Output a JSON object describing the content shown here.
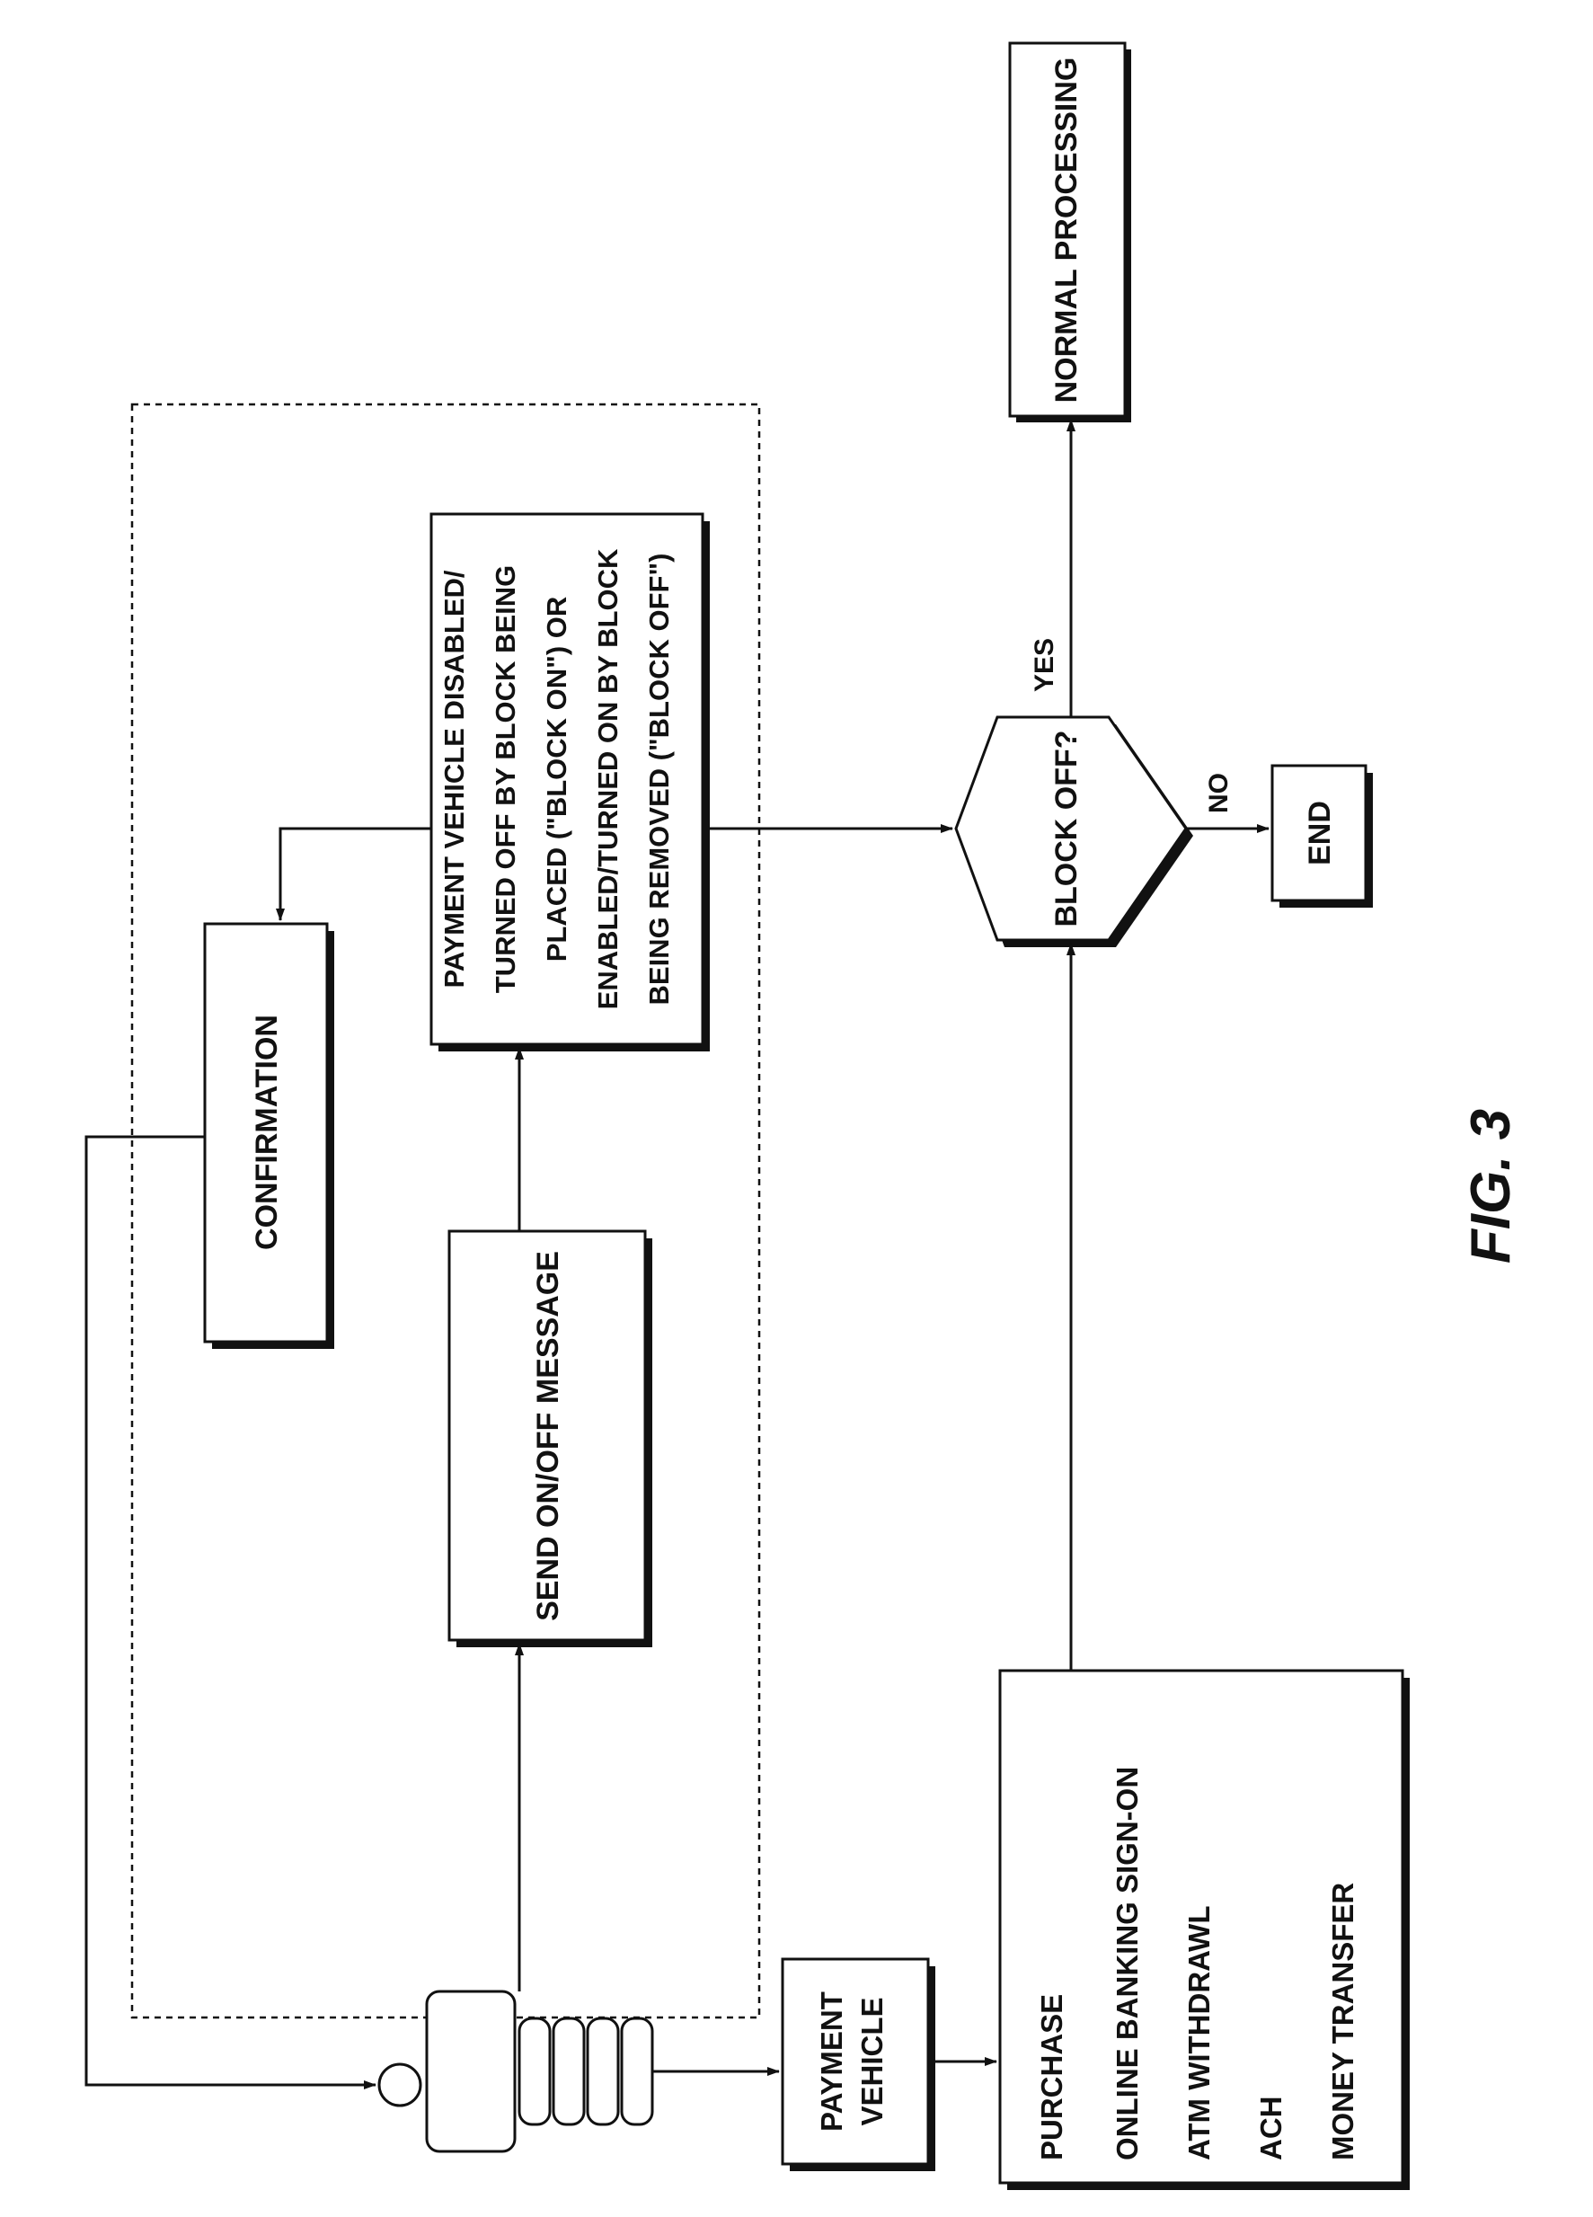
{
  "figure": {
    "caption": "FIG. 3"
  },
  "nodes": {
    "normal_processing": "NORMAL PROCESSING",
    "block_status": [
      "PAYMENT VEHICLE DISABLED/",
      "TURNED OFF BY BLOCK BEING",
      "PLACED (\"BLOCK ON\") OR",
      "ENABLED/TURNED ON BY BLOCK",
      "BEING REMOVED (\"BLOCK OFF\")"
    ],
    "confirmation": "CONFIRMATION",
    "send_message": "SEND ON/OFF MESSAGE",
    "decision": "BLOCK OFF?",
    "end": "END",
    "payment_vehicle": [
      "PAYMENT",
      "VEHICLE"
    ],
    "transactions": [
      "PURCHASE",
      "ONLINE BANKING SIGN-ON",
      "ATM WITHDRAWL",
      "ACH",
      "MONEY TRANSFER"
    ]
  },
  "edges": {
    "yes": "YES",
    "no": "NO"
  }
}
